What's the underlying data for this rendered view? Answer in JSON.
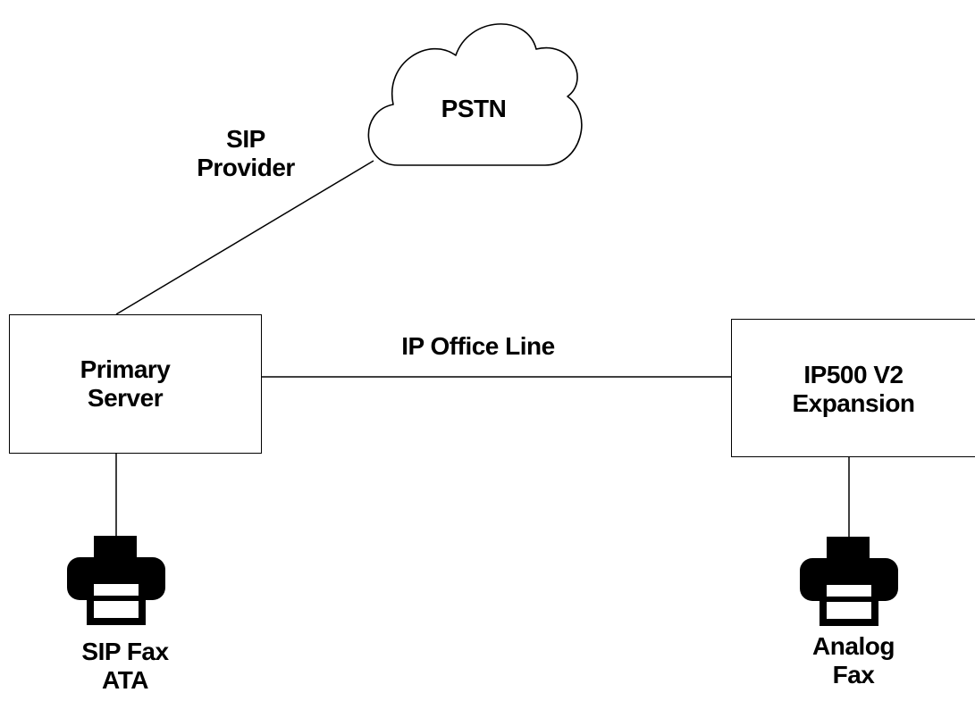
{
  "cloud": {
    "label": "PSTN"
  },
  "links": {
    "sip_provider": [
      "SIP",
      "Provider"
    ],
    "ip_office_line": "IP Office Line"
  },
  "nodes": {
    "primary_server": [
      "Primary",
      "Server"
    ],
    "expansion": [
      "IP500 V2",
      "Expansion"
    ]
  },
  "devices": {
    "sip_fax": {
      "icon": "fax-printer-icon",
      "label": [
        "SIP Fax",
        "ATA"
      ]
    },
    "analog_fax": {
      "icon": "fax-printer-icon",
      "label": [
        "Analog",
        "Fax"
      ]
    }
  },
  "colors": {
    "stroke": "#000000",
    "fill": "#000000",
    "background": "#ffffff"
  }
}
